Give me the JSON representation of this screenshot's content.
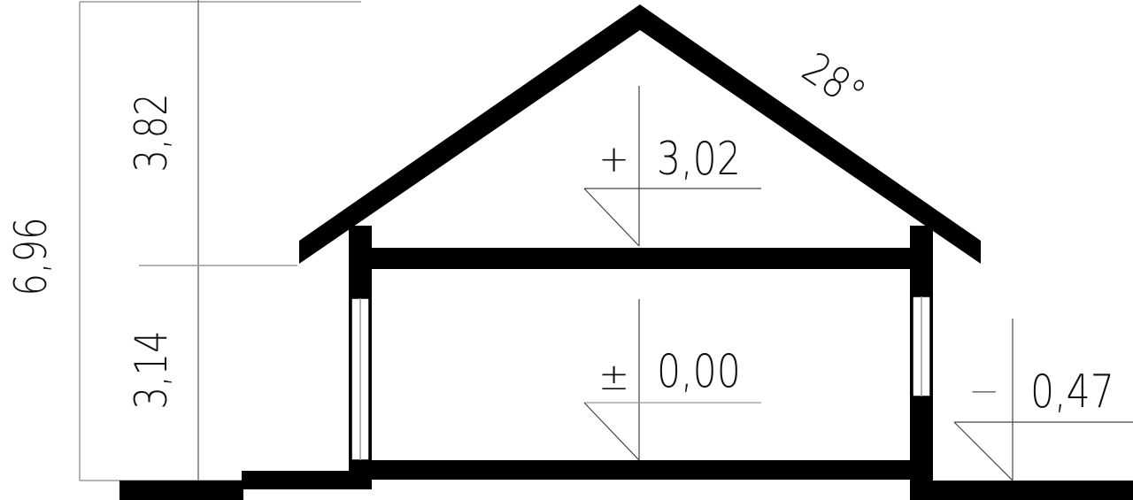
{
  "drawing": {
    "type": "building-cross-section",
    "roof_pitch": "28°",
    "dimensions": {
      "total_height": "6,96",
      "upper_height": "3,82",
      "lower_height": "3,14"
    },
    "levels": [
      {
        "sign": "+",
        "value": "3,02"
      },
      {
        "sign": "±",
        "value": "0,00"
      },
      {
        "sign": "−",
        "value": "0,47"
      }
    ],
    "colors": {
      "structure": "#000000",
      "dimension_line": "#9a9a9a"
    }
  }
}
